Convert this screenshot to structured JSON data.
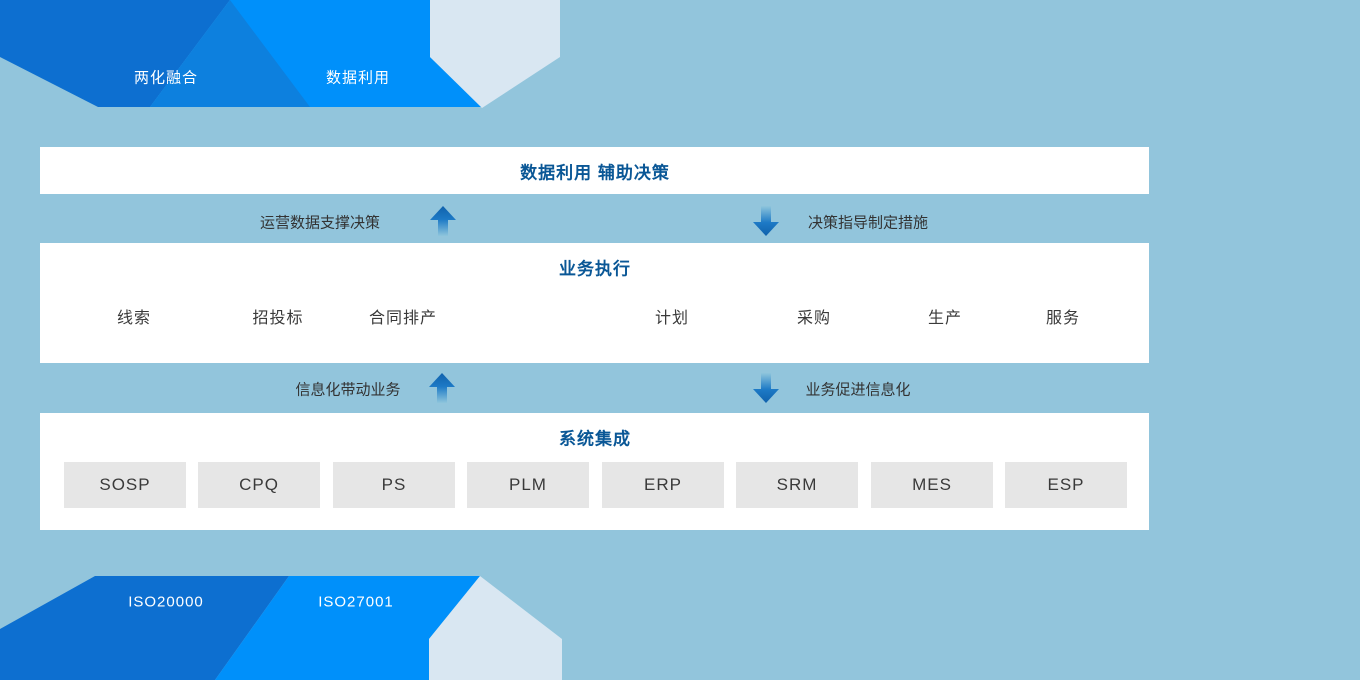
{
  "banner_top": {
    "tabs": [
      {
        "label": "两化融合"
      },
      {
        "label": "数据利用"
      }
    ]
  },
  "banner_bottom": {
    "tabs": [
      {
        "label": "ISO20000"
      },
      {
        "label": "ISO27001"
      }
    ]
  },
  "panel_decision": {
    "title": "数据利用 辅助决策"
  },
  "panel_execution": {
    "title": "业务执行"
  },
  "panel_integration": {
    "title": "系统集成"
  },
  "exchange_top": {
    "up_label": "运营数据支撑决策",
    "down_label": "决策指导制定措施"
  },
  "exchange_bottom": {
    "up_label": "信息化带动业务",
    "down_label": "业务促进信息化"
  },
  "flow": {
    "steps": [
      "线索",
      "招投标",
      "合同排产",
      "计划",
      "采购",
      "生产",
      "服务"
    ]
  },
  "systems": [
    "SOSP",
    "CPQ",
    "PS",
    "PLM",
    "ERP",
    "SRM",
    "MES",
    "ESP"
  ],
  "colors": {
    "background": "#92c5dc",
    "banner_dark_blue": "#0d6fd0",
    "banner_bright_blue": "#0090fa",
    "banner_overlap_blue": "#0d80de",
    "banner_light_pentagon": "#d9e7f2",
    "panel_white": "#ffffff",
    "title_blue": "#0a5796",
    "body_text": "#333333",
    "flow_gray": "#e6e6e6",
    "arrow_blue": "#1061ac"
  }
}
